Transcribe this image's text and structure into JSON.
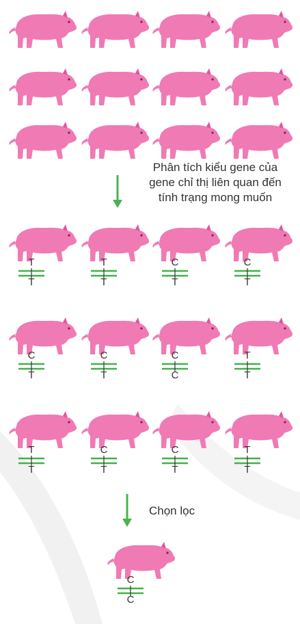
{
  "colors": {
    "pig": "#f07ab4",
    "pig_shade": "#e0559c",
    "chromosome": "#44b04a",
    "arrow": "#49b34e",
    "text": "#333333",
    "watermark": "#eeeeee"
  },
  "icons": [
    "pig-icon",
    "chromosome-pair-icon",
    "down-arrow-icon"
  ],
  "labels": {
    "genotyping": [
      "Phân tích kiểu gene của",
      "gene chỉ thị liên quan đến",
      "tính trạng mong muốn"
    ],
    "selection": "Chọn lọc"
  },
  "population_rows": 3,
  "population_cols": 4,
  "genotyped_pigs": [
    [
      "T",
      "T"
    ],
    [
      "T",
      "T"
    ],
    [
      "C",
      "T"
    ],
    [
      "C",
      "T"
    ],
    [
      "C",
      "T"
    ],
    [
      "C",
      "T"
    ],
    [
      "C",
      "C"
    ],
    [
      "T",
      "T"
    ],
    [
      "T",
      "T"
    ],
    [
      "C",
      "T"
    ],
    [
      "C",
      "T"
    ],
    [
      "T",
      "T"
    ]
  ],
  "selected_pig": [
    "C",
    "C"
  ]
}
